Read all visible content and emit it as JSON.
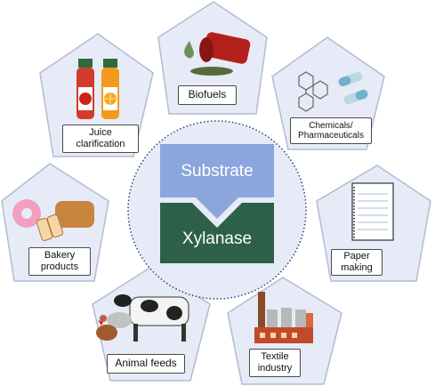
{
  "center": {
    "substrate_label": "Substrate",
    "enzyme_label": "Xylanase"
  },
  "applications": [
    {
      "key": "juice",
      "label": "Juice\nclarification",
      "icon": "juice-bottles-icon"
    },
    {
      "key": "biofuels",
      "label": "Biofuels",
      "icon": "oil-barrel-icon"
    },
    {
      "key": "chemicals",
      "label": "Chemicals/\nPharmaceuticals",
      "icon": "molecule-and-capsules-icon"
    },
    {
      "key": "paper",
      "label": "Paper\nmaking",
      "icon": "notebook-icon"
    },
    {
      "key": "textile",
      "label": "Textile\nindustry",
      "icon": "factory-icon"
    },
    {
      "key": "animal",
      "label": "Animal feeds",
      "icon": "farm-animals-icon"
    },
    {
      "key": "bakery",
      "label": "Bakery\nproducts",
      "icon": "bread-and-donut-icon"
    }
  ],
  "colors": {
    "pentagon_fill": "#e6ebf7",
    "pentagon_stroke": "#b3bbd2",
    "center_circle": "#e7ebf7",
    "substrate_box": "#8aa6dc",
    "xylanase_box": "#2e6049"
  }
}
